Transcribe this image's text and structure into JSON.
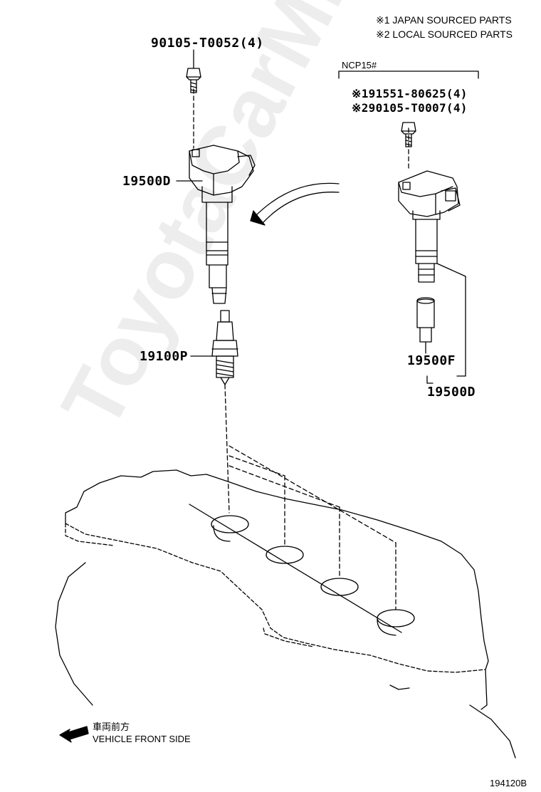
{
  "legend": {
    "note1": "※1 JAPAN SOURCED PARTS",
    "note2": "※2 LOCAL SOURCED PARTS"
  },
  "parts": {
    "bolt_left": "90105-T0052(4)",
    "coil_left": "19500D",
    "spark_plug": "19100P",
    "variant_label": "NCP15#",
    "bolt_right_1": "※191551-80625(4)",
    "bolt_right_2": "※290105-T0007(4)",
    "coil_sub": "19500F",
    "coil_right": "19500D"
  },
  "direction": {
    "jp": "車両前方",
    "en": "VEHICLE FRONT SIDE"
  },
  "figure_id": "194120B",
  "watermark": "ToyotaCarMine.ru"
}
